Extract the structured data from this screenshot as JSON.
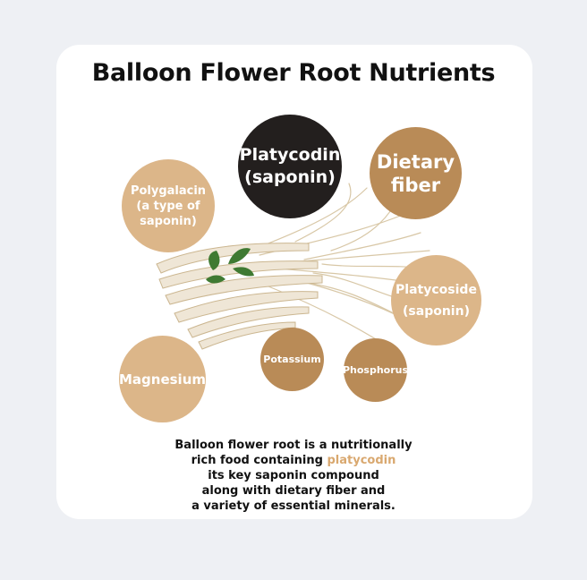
{
  "title": "Balloon Flower Root Nutrients",
  "colors": {
    "background": "#eef0f4",
    "card": "#ffffff",
    "dark_circle": "#231f1e",
    "brown_circle": "#b98b57",
    "tan_circle": "#dcb689",
    "highlight": "#d9a86f",
    "root_body": "#efe6d6",
    "leaf": "#3f7a32"
  },
  "nutrients": {
    "platycodin": {
      "line1": "Platycodin",
      "line2": "(saponin)",
      "color": "#231f1e"
    },
    "dietary_fiber": {
      "line1": "Dietary",
      "line2": "fiber",
      "color": "#b98b57"
    },
    "polygalacin": {
      "line1": "Polygalacin",
      "line2": "(a type of",
      "line3": "saponin)",
      "color": "#dcb689"
    },
    "platycoside": {
      "line1": "Platycoside",
      "line2": "(saponin)",
      "color": "#dcb689"
    },
    "magnesium": {
      "label": "Magnesium",
      "color": "#dcb689"
    },
    "potassium": {
      "label": "Potassium",
      "color": "#b98b57"
    },
    "phosphorus": {
      "label": "Phosphorus",
      "color": "#b98b57"
    }
  },
  "caption": {
    "line1": "Balloon flower root is a nutritionally",
    "line2_pre": "rich food containing ",
    "line2_highlight": "platycodin",
    "line3": "its key saponin compound",
    "line4": "along with dietary fiber and",
    "line5": "a variety of essential minerals."
  }
}
